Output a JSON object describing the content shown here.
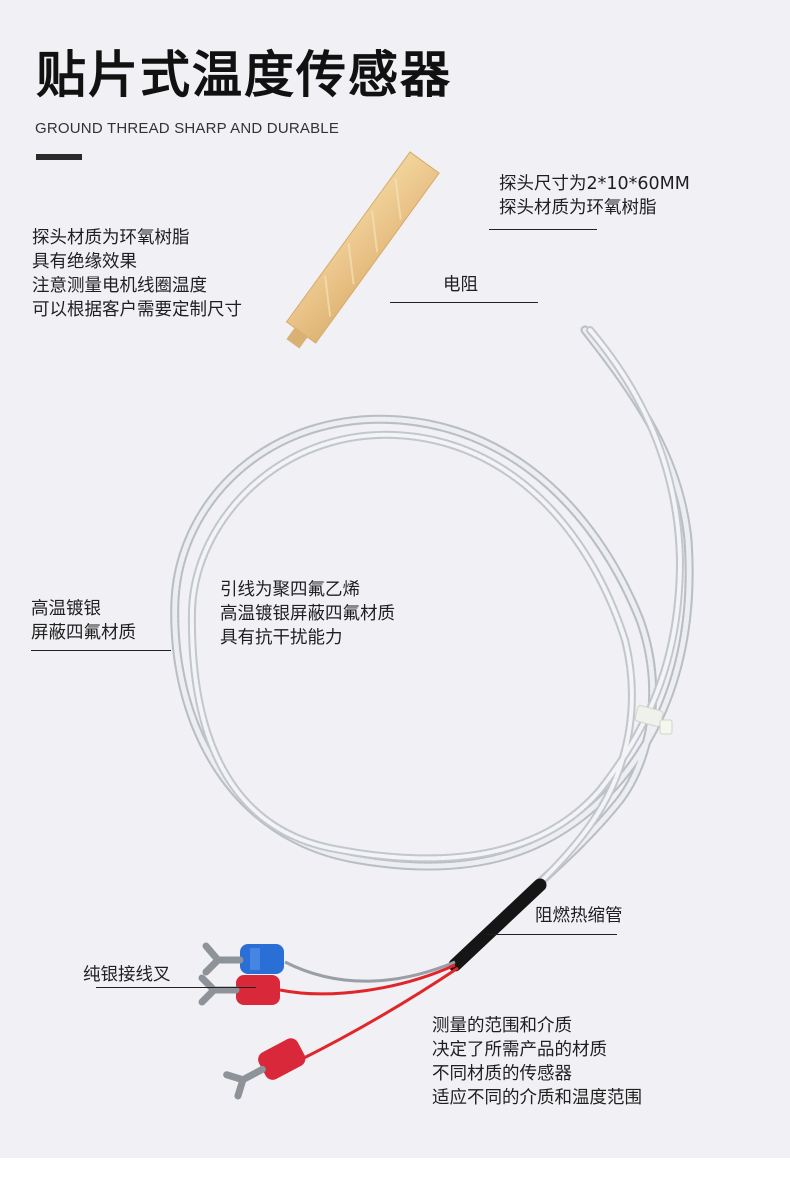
{
  "header": {
    "title": "贴片式温度传感器",
    "subtitle": "GROUND THREAD SHARP AND DURABLE"
  },
  "callouts": {
    "probe_spec": {
      "lines": [
        "探头尺寸为2*10*60MM",
        "探头材质为环氧树脂"
      ]
    },
    "probe_features": {
      "lines": [
        "探头材质为环氧树脂",
        "具有绝缘效果",
        "注意测量电机线圈温度",
        "可以根据客户需要定制尺寸"
      ]
    },
    "resistor": {
      "lines": [
        "电阻"
      ]
    },
    "shielding": {
      "lines": [
        "高温镀银",
        "屏蔽四氟材质"
      ]
    },
    "lead_wire": {
      "lines": [
        "引线为聚四氟乙烯",
        "高温镀银屏蔽四氟材质",
        "具有抗干扰能力"
      ]
    },
    "heat_shrink": {
      "lines": [
        "阻燃热缩管"
      ]
    },
    "terminal": {
      "lines": [
        "纯银接线叉"
      ]
    },
    "measurement": {
      "lines": [
        "测量的范围和介质",
        "决定了所需产品的材质",
        "不同材质的传感器",
        "适应不同的介质和温度范围"
      ]
    }
  },
  "colors": {
    "background": "#f1f0f5",
    "probe": "#e8c483",
    "cable": "#d8dbe0",
    "heat_shrink": "#151515",
    "terminal_blue": "#2a6fd6",
    "terminal_red": "#d8283a",
    "wire_red": "#e0262a"
  }
}
